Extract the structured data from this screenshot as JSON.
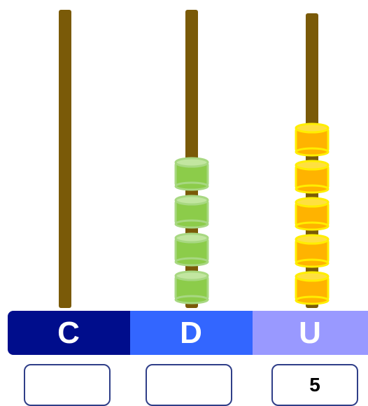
{
  "columns": [
    {
      "id": "centenas",
      "label": "C",
      "color": "#000d8c",
      "beads": 0,
      "bead_color": null,
      "answer": ""
    },
    {
      "id": "decenas",
      "label": "D",
      "color": "#3366ff",
      "beads": 4,
      "bead_color": "green",
      "answer": ""
    },
    {
      "id": "unidades",
      "label": "U",
      "color": "#9999ff",
      "beads": 5,
      "bead_color": "yellow",
      "answer": "5"
    }
  ],
  "colors": {
    "rod": "#7a5a08",
    "bead_green": "#8ccc4a",
    "bead_yellow": "#ffb300",
    "answer_border": "#2f3e88"
  }
}
